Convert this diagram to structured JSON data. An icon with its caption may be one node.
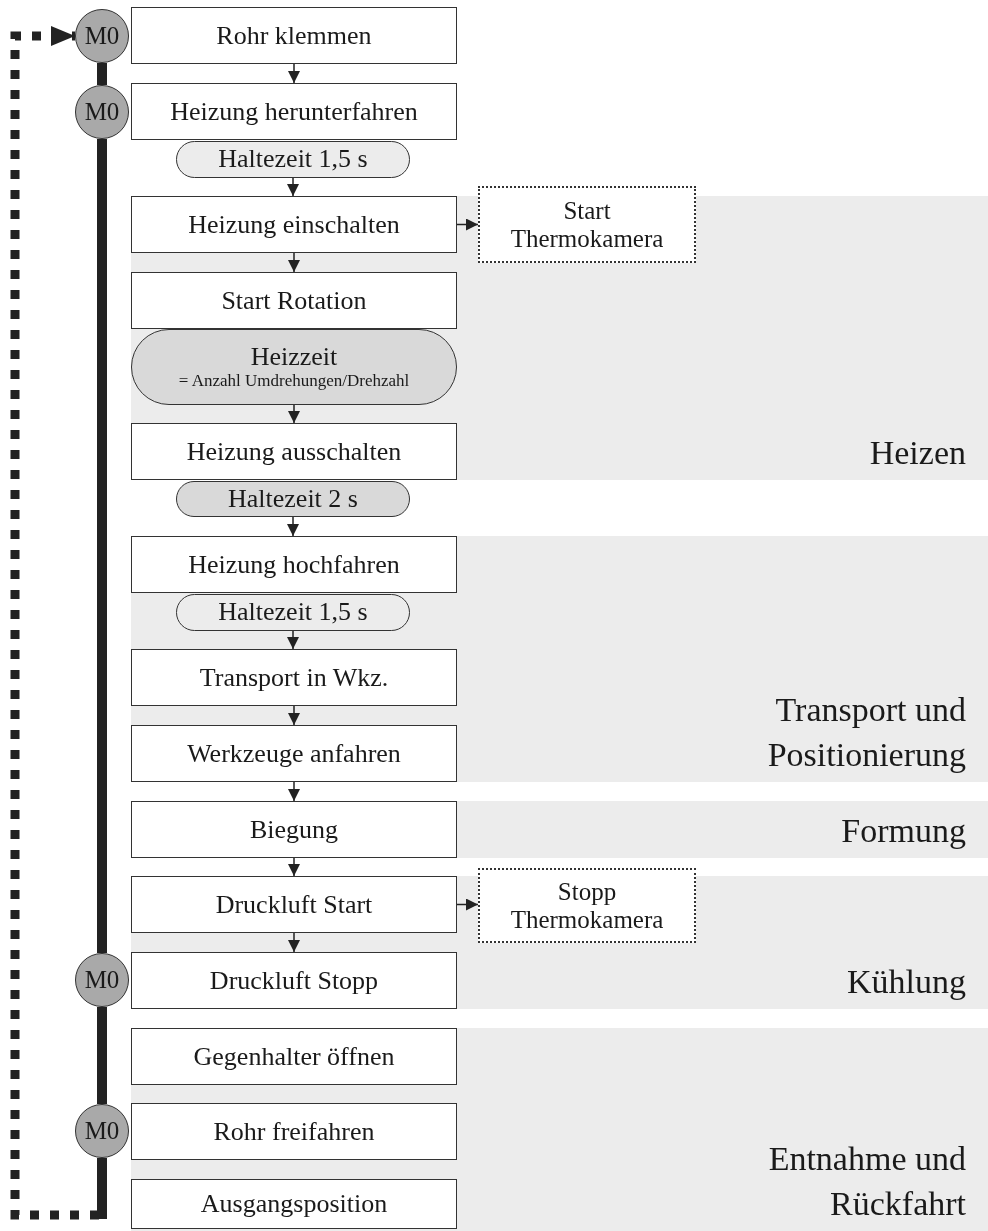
{
  "diagram": {
    "nodes": [
      {
        "text": [
          "M0"
        ]
      },
      {
        "text": [
          "Rohr klemmen"
        ]
      },
      {
        "text": [
          "M0"
        ]
      },
      {
        "text": [
          "Heizung herunterfahren"
        ]
      },
      {
        "text": [
          "Haltezeit 1,5 s"
        ]
      },
      {
        "text": [
          "Heizen"
        ]
      },
      {
        "text": [
          "Heizung einschalten"
        ],
        "in": 5
      },
      {
        "text": [
          "Start Thermokamera"
        ]
      },
      {
        "text": [
          "Start Rotation"
        ],
        "in": 5
      },
      {
        "text": [
          "Heizzeit",
          "= Anzahl Umdrehungen/Drehzahl"
        ],
        "in": 5
      },
      {
        "text": [
          "Heizung ausschalten"
        ],
        "in": 5
      },
      {
        "text": [
          "Haltezeit 2 s"
        ]
      },
      {
        "text": [
          "Transport und Positionierung"
        ]
      },
      {
        "text": [
          "Heizung hochfahren"
        ],
        "in": 12
      },
      {
        "text": [
          "Haltezeit 1,5 s"
        ],
        "in": 12
      },
      {
        "text": [
          "Transport in Wkz."
        ],
        "in": 12
      },
      {
        "text": [
          "Werkzeuge anfahren"
        ],
        "in": 12
      },
      {
        "text": [
          "Formung"
        ]
      },
      {
        "text": [
          "Biegung"
        ],
        "in": 17
      },
      {
        "text": [
          "Kühlung"
        ]
      },
      {
        "text": [
          "Druckluft Start"
        ],
        "in": 19
      },
      {
        "text": [
          "Stopp Thermokamera"
        ]
      },
      {
        "text": [
          "M0"
        ]
      },
      {
        "text": [
          "Druckluft Stopp"
        ],
        "in": 19
      },
      {
        "text": [
          "Entnahme und Rückfahrt"
        ]
      },
      {
        "text": [
          "Gegenhalter öffnen"
        ],
        "in": 24
      },
      {
        "text": [
          "M0"
        ]
      },
      {
        "text": [
          "Rohr freifahren"
        ],
        "in": 24
      },
      {
        "text": [
          "Ausgangsposition"
        ],
        "in": 24
      }
    ],
    "edges": [
      {
        "from": 1,
        "to": 3,
        "arrow": "to"
      },
      {
        "from": 4,
        "to": 6,
        "arrow": "to"
      },
      {
        "from": 6,
        "to": 7,
        "arrow": "to"
      },
      {
        "from": 6,
        "to": 8,
        "arrow": "to"
      },
      {
        "from": 9,
        "to": 10,
        "arrow": "to"
      },
      {
        "from": 11,
        "to": 13,
        "arrow": "to"
      },
      {
        "from": 14,
        "to": 15,
        "arrow": "to"
      },
      {
        "from": 15,
        "to": 16,
        "arrow": "to"
      },
      {
        "from": 16,
        "to": 18,
        "arrow": "to"
      },
      {
        "from": 18,
        "to": 20,
        "arrow": "to"
      },
      {
        "from": 20,
        "to": 21,
        "arrow": "to"
      },
      {
        "from": 20,
        "to": 23,
        "arrow": "to"
      },
      {
        "from": 0,
        "to": 2,
        "arrow": "none",
        "style": "thick"
      },
      {
        "from": 2,
        "to": 22,
        "arrow": "none",
        "style": "thick"
      },
      {
        "from": 22,
        "to": 26,
        "arrow": "none",
        "style": "thick"
      },
      {
        "from": 26,
        "to": 0,
        "arrow": "to",
        "style": "dashed"
      }
    ]
  }
}
